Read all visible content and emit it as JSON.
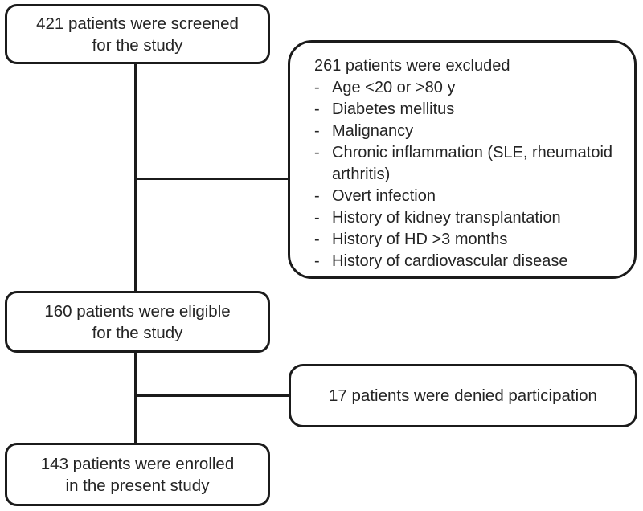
{
  "diagram": {
    "type": "flowchart",
    "boxes": {
      "screened": {
        "line1": "421 patients were screened",
        "line2": "for the study"
      },
      "excluded": {
        "title": "261 patients were excluded",
        "bullet": "-",
        "items": [
          "Age <20 or >80 y",
          "Diabetes mellitus",
          "Malignancy",
          "Chronic inflammation (SLE, rheumatoid arthritis)",
          "Overt infection",
          "History of kidney transplantation",
          "History of HD >3 months",
          "History of cardiovascular disease"
        ]
      },
      "eligible": {
        "line1": "160 patients were eligible",
        "line2": "for the study"
      },
      "denied": {
        "text": "17 patients were denied participation"
      },
      "enrolled": {
        "line1": "143 patients were enrolled",
        "line2": "in the present study"
      }
    },
    "colors": {
      "stroke": "#1b1b1b",
      "text": "#242424",
      "background": "#ffffff"
    }
  }
}
